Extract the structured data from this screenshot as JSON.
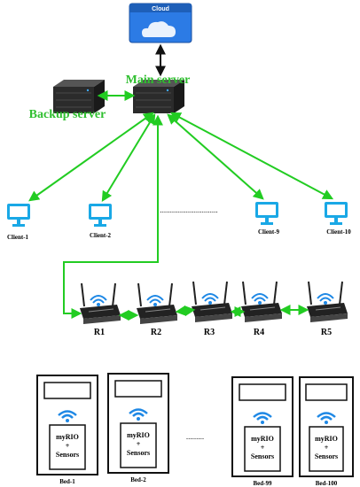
{
  "cloud": {
    "label": "Cloud",
    "color": "#1e6fd9"
  },
  "main_server": {
    "label": "Main server",
    "color": "#2fbf2f"
  },
  "backup_server": {
    "label": "Backup server",
    "color": "#2fbf2f"
  },
  "clients": [
    {
      "label": "Client-1"
    },
    {
      "label": "Client-2"
    },
    {
      "label": "Client-9"
    },
    {
      "label": "Client-10"
    }
  ],
  "client_gap": ".............................",
  "routers": [
    {
      "label": "R1"
    },
    {
      "label": "R2"
    },
    {
      "label": "R3"
    },
    {
      "label": "R4"
    },
    {
      "label": "R5"
    }
  ],
  "beds": [
    {
      "label": "Bed-1",
      "device": "myRIO",
      "plus": "+",
      "sensors": "Sensors"
    },
    {
      "label": "Bed-2",
      "device": "myRIO",
      "plus": "+",
      "sensors": "Sensors"
    },
    {
      "label": "Bed-99",
      "device": "myRIO",
      "plus": "+",
      "sensors": "Sensors"
    },
    {
      "label": "Bed-100",
      "device": "myRIO",
      "plus": "+",
      "sensors": "Sensors"
    }
  ],
  "bed_gap": ".........",
  "colors": {
    "link": "#22cc22",
    "monitor": "#19a8e6",
    "wifi": "#1e88e5",
    "server": "#2b2b2b",
    "router": "#222222"
  }
}
